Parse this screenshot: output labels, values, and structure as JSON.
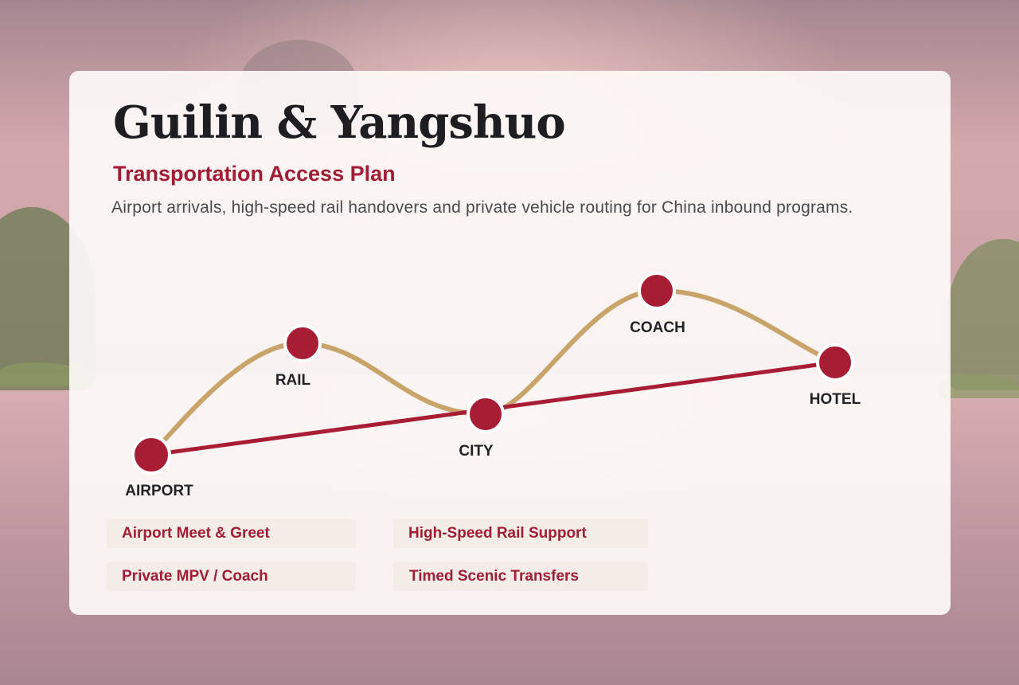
{
  "title": "Guilin & Yangshuo",
  "subtitle": "Transportation Access Plan",
  "description": "Airport arrivals, high-speed rail handovers and private vehicle routing for China inbound programs.",
  "colors": {
    "accent": "#a81c34",
    "route_gold": "#c9a46a",
    "text_dark": "#1e1e22"
  },
  "nodes": [
    {
      "id": "airport",
      "label": "AIRPORT"
    },
    {
      "id": "rail",
      "label": "RAIL"
    },
    {
      "id": "city",
      "label": "CITY"
    },
    {
      "id": "coach",
      "label": "COACH"
    },
    {
      "id": "hotel",
      "label": "HOTEL"
    }
  ],
  "services": [
    "Airport Meet & Greet",
    "High-Speed Rail Support",
    "Private MPV / Coach",
    "Timed Scenic Transfers"
  ]
}
